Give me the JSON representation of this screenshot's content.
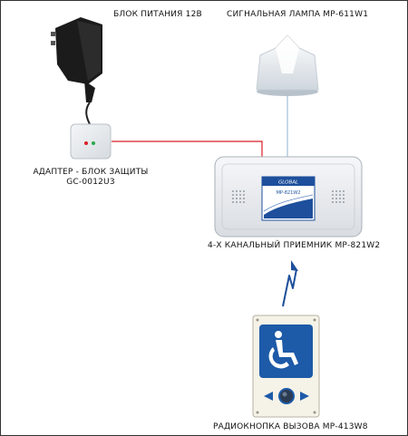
{
  "labels": {
    "power_supply": "БЛОК ПИТАНИЯ 12В",
    "signal_lamp": "СИГНАЛЬНАЯ ЛАМПА МР-611W1",
    "adapter_line1": "АДАПТЕР - БЛОК ЗАЩИТЫ",
    "adapter_line2": "GC-0012U3",
    "receiver": "4-Х КАНАЛЬНЫЙ ПРИЕМНИК МР-821W2",
    "call_button": "РАДИОКНОПКА ВЫЗОВА МР-413W8"
  },
  "device_text": {
    "receiver_brand": "GLOBAL",
    "receiver_model": "МР-821W2"
  },
  "colors": {
    "power_wire": "#d81f26",
    "signal_wire": "#9cc0d6",
    "accent_blue": "#1d4f9c",
    "device_white": "#eef0f3"
  },
  "icons": {
    "accessibility": "wheelchair-icon",
    "radio_signal": "lightning-arrow-icon"
  }
}
